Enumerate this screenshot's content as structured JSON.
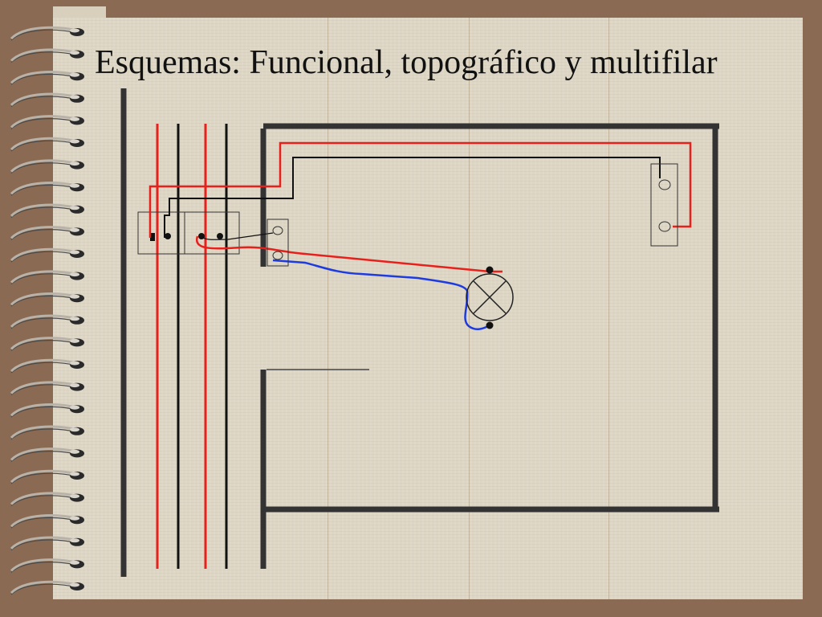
{
  "slide": {
    "title": "Esquemas: Funcional, topográfico y multifilar"
  },
  "colors": {
    "background": "#8a6a52",
    "paper": "#ddd6c4",
    "phase_wire": "#e8201c",
    "neutral_wire": "#1e3be0",
    "wall": "#333333",
    "black_wire": "#111111"
  },
  "diagram": {
    "bus_conductors": [
      "phase",
      "neutral",
      "phase",
      "neutral"
    ],
    "components": [
      "switch",
      "lamp",
      "outlet",
      "terminal-block"
    ],
    "icons": [
      "spiral-binding-icon",
      "lamp-icon",
      "switch-icon",
      "outlet-icon"
    ]
  }
}
